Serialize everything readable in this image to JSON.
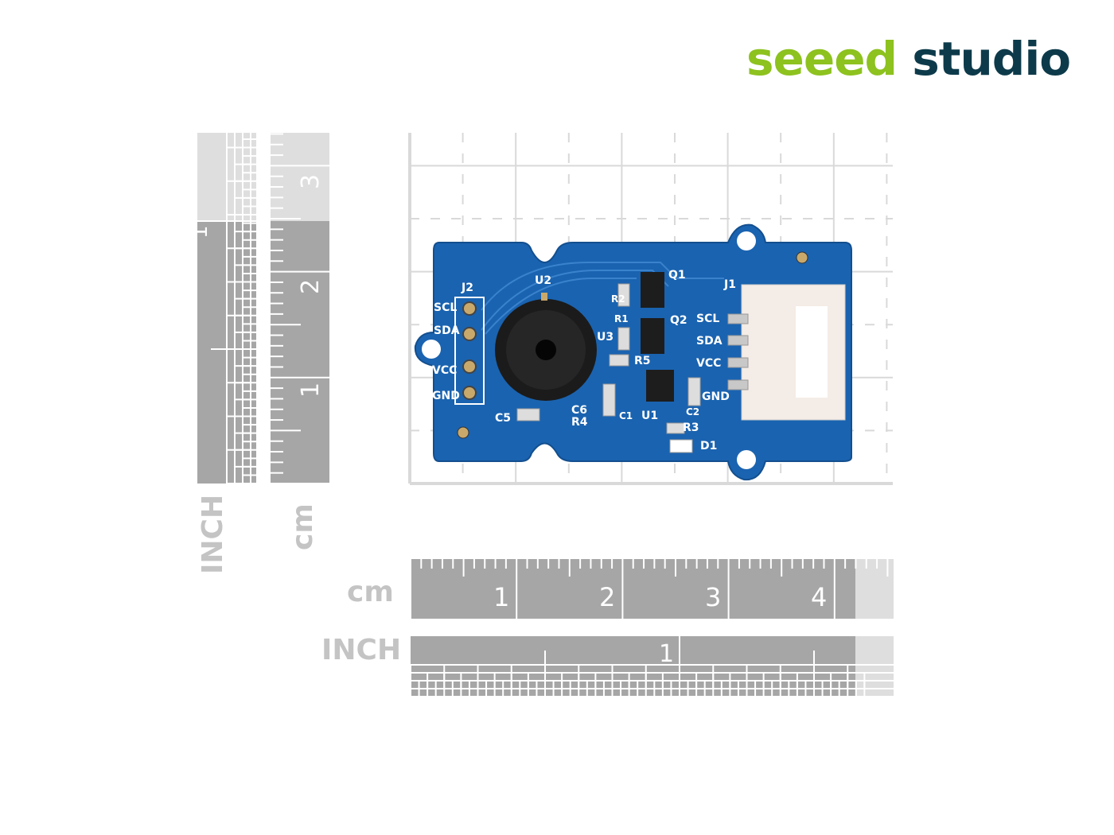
{
  "logo": {
    "brand_primary": "seeed",
    "brand_secondary": "studio",
    "colors": {
      "green": "#8dc21f",
      "dark": "#0d3a4a"
    }
  },
  "rulers": {
    "vertical_inch": {
      "label": "INCH",
      "numbers": [
        "1"
      ]
    },
    "vertical_cm": {
      "label": "cm",
      "numbers": [
        "1",
        "2",
        "3"
      ]
    },
    "horizontal_cm": {
      "label": "cm",
      "numbers": [
        "1",
        "2",
        "3",
        "4"
      ]
    },
    "horizontal_inch": {
      "label": "INCH",
      "numbers": [
        "1"
      ]
    },
    "colors": {
      "dark": "#a6a6a6",
      "light": "#dedede"
    }
  },
  "pcb": {
    "color": "#1a63b0",
    "silkscreen": {
      "j2": "J2",
      "u2": "U2",
      "q1": "Q1",
      "q2": "Q2",
      "r1": "R1",
      "r2": "R2",
      "u3": "U3",
      "r5": "R5",
      "j1": "J1",
      "c1": "C1",
      "c2": "C2",
      "u1": "U1",
      "r3": "R3",
      "d1": "D1",
      "c5": "C5",
      "c6": "C6",
      "r4": "R4",
      "left_pins": [
        "SCL",
        "SDA",
        "VCC",
        "GND"
      ],
      "right_pins": [
        "SCL",
        "SDA",
        "VCC",
        "GND"
      ]
    }
  }
}
